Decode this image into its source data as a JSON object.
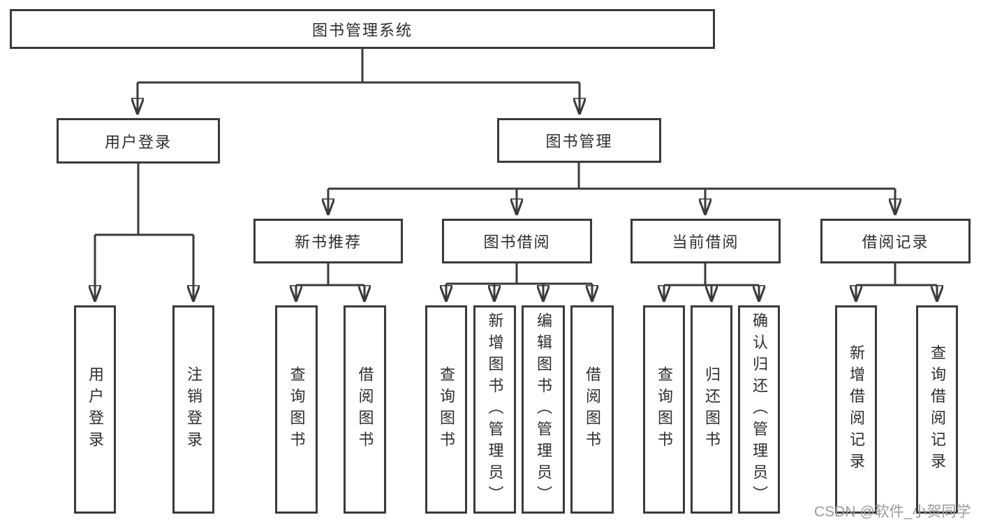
{
  "diagram": {
    "title": "图书管理系统",
    "root": {
      "label": "图书管理系统"
    },
    "level2": [
      {
        "label": "用户登录"
      },
      {
        "label": "图书管理"
      }
    ],
    "level3": [
      {
        "label": "新书推荐",
        "parent": "图书管理"
      },
      {
        "label": "图书借阅",
        "parent": "图书管理"
      },
      {
        "label": "当前借阅",
        "parent": "图书管理"
      },
      {
        "label": "借阅记录",
        "parent": "图书管理"
      }
    ],
    "leaves": [
      {
        "label": "用户登录",
        "parent": "用户登录"
      },
      {
        "label": "注销登录",
        "parent": "用户登录"
      },
      {
        "label": "查询图书",
        "parent": "新书推荐"
      },
      {
        "label": "借阅图书",
        "parent": "新书推荐"
      },
      {
        "label": "查询图书",
        "parent": "图书借阅"
      },
      {
        "label": "新增图书（管理员）",
        "parent": "图书借阅"
      },
      {
        "label": "编辑图书（管理员）",
        "parent": "图书借阅"
      },
      {
        "label": "借阅图书",
        "parent": "图书借阅"
      },
      {
        "label": "查询图书",
        "parent": "当前借阅"
      },
      {
        "label": "归还图书",
        "parent": "当前借阅"
      },
      {
        "label": "确认归还（管理员）",
        "parent": "当前借阅"
      },
      {
        "label": "新增借阅记录",
        "parent": "借阅记录"
      },
      {
        "label": "查询借阅记录",
        "parent": "借阅记录"
      }
    ],
    "colors": {
      "line": "#3a3a3a",
      "text": "#2d2d2d",
      "background": "#ffffff"
    }
  },
  "watermark": {
    "text": "CSDN @软件_小贺同学",
    "color": "#9a9a9a"
  }
}
